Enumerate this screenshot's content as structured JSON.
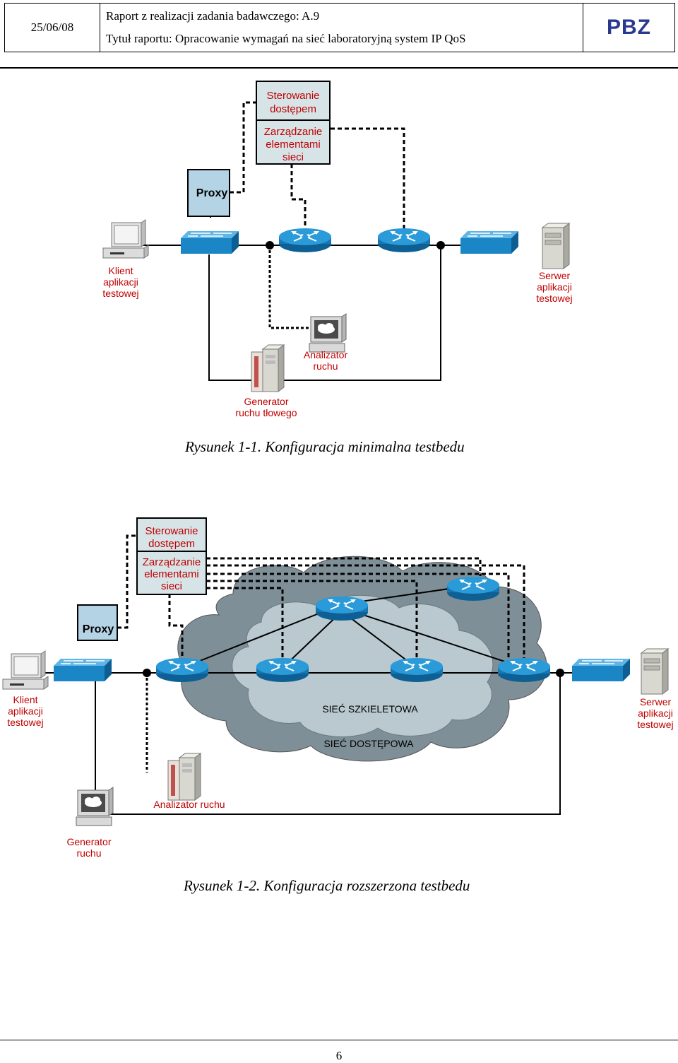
{
  "header": {
    "date": "25/06/08",
    "report_title": "Raport z realizacji zadania badawczego: A.9",
    "report_subtitle": "Tytuł raportu: Opracowanie wymagań na sieć laboratoryjną system IP QoS",
    "logo": "PBZ",
    "logo_color": "#2a3990"
  },
  "figure1": {
    "caption": "Rysunek 1-1. Konfiguracja minimalna testbedu",
    "access_control": [
      "Sterowanie",
      "dostępem"
    ],
    "element_mgmt": [
      "Zarządzanie",
      "elementami",
      "sieci"
    ],
    "proxy": "Proxy",
    "client": [
      "Klient",
      "aplikacji",
      "testowej"
    ],
    "server": [
      "Serwer",
      "aplikacji",
      "testowej"
    ],
    "analyzer": [
      "Analizator",
      "ruchu"
    ],
    "generator": [
      "Generator",
      "ruchu tłowego"
    ]
  },
  "figure2": {
    "caption": "Rysunek 1-2. Konfiguracja rozszerzona testbedu",
    "access_control": [
      "Sterowanie",
      "dostępem"
    ],
    "element_mgmt": [
      "Zarządzanie",
      "elementami",
      "sieci"
    ],
    "proxy": "Proxy",
    "client": [
      "Klient",
      "aplikacji",
      "testowej"
    ],
    "server": [
      "Serwer",
      "aplikacji",
      "testowej"
    ],
    "backbone": "SIEĆ SZKIELETOWA",
    "access_net": "SIEĆ DOSTĘPOWA",
    "analyzer": "Analizator ruchu",
    "generator": [
      "Generator",
      "ruchu"
    ]
  },
  "colors": {
    "box_fill": "#d6e4e8",
    "proxy_fill": "#b4d4e6",
    "device_blue": "#1a86c6",
    "cloud_outer": "#7f8f97",
    "cloud_inner": "#b9c9cf",
    "label_red": "#c00000"
  },
  "page_number": "6"
}
